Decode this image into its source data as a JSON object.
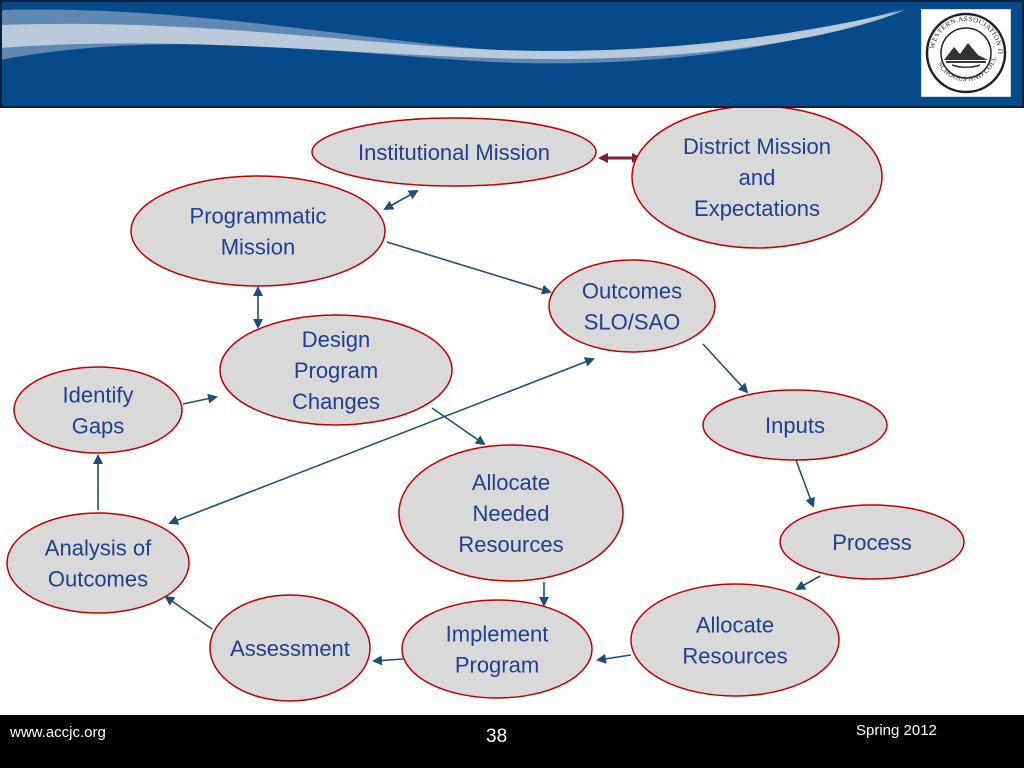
{
  "footer": {
    "website": "www.accjc.org",
    "page_number": "38",
    "term": "Spring 2012"
  },
  "logo": {
    "ring_text_top": "WESTERN ASSOCIATION OF",
    "ring_text_bottom": "SCHOOLS AND COLLEGES"
  },
  "colors": {
    "header_blue": "#074a8a",
    "node_fill": "#d9d9d9",
    "node_border": "#c00000",
    "label_text": "#1f3f8f",
    "arrow": "#1f4e79",
    "footer_bg": "#000000"
  },
  "diagram": {
    "nodes": [
      {
        "id": "institutional-mission",
        "lines": [
          "Institutional  Mission"
        ]
      },
      {
        "id": "district-mission",
        "lines": [
          "District Mission",
          "and",
          "Expectations"
        ]
      },
      {
        "id": "programmatic-mission",
        "lines": [
          "Programmatic",
          "Mission"
        ]
      },
      {
        "id": "outcomes",
        "lines": [
          "Outcomes",
          "SLO/SAO"
        ]
      },
      {
        "id": "design-program-changes",
        "lines": [
          "Design",
          "Program",
          "Changes"
        ]
      },
      {
        "id": "identify-gaps",
        "lines": [
          "Identify",
          "Gaps"
        ]
      },
      {
        "id": "inputs",
        "lines": [
          "Inputs"
        ]
      },
      {
        "id": "allocate-needed-resources",
        "lines": [
          "Allocate",
          "Needed",
          "Resources"
        ]
      },
      {
        "id": "process",
        "lines": [
          "Process"
        ]
      },
      {
        "id": "analysis-of-outcomes",
        "lines": [
          "Analysis of",
          "Outcomes"
        ]
      },
      {
        "id": "allocate-resources",
        "lines": [
          "Allocate",
          "Resources"
        ]
      },
      {
        "id": "implement-program",
        "lines": [
          "Implement",
          "Program"
        ]
      },
      {
        "id": "assessment",
        "lines": [
          "Assessment"
        ]
      }
    ],
    "edges": [
      {
        "from": "institutional-mission",
        "to": "district-mission",
        "bidirectional": true
      },
      {
        "from": "programmatic-mission",
        "to": "institutional-mission",
        "bidirectional": true
      },
      {
        "from": "programmatic-mission",
        "to": "outcomes",
        "bidirectional": false
      },
      {
        "from": "programmatic-mission",
        "to": "design-program-changes",
        "bidirectional": true
      },
      {
        "from": "outcomes",
        "to": "inputs",
        "bidirectional": false
      },
      {
        "from": "inputs",
        "to": "process",
        "bidirectional": false
      },
      {
        "from": "process",
        "to": "allocate-resources",
        "bidirectional": false
      },
      {
        "from": "allocate-resources",
        "to": "implement-program",
        "bidirectional": false
      },
      {
        "from": "allocate-needed-resources",
        "to": "implement-program",
        "bidirectional": false
      },
      {
        "from": "implement-program",
        "to": "assessment",
        "bidirectional": false
      },
      {
        "from": "assessment",
        "to": "analysis-of-outcomes",
        "bidirectional": false
      },
      {
        "from": "analysis-of-outcomes",
        "to": "identify-gaps",
        "bidirectional": false
      },
      {
        "from": "analysis-of-outcomes",
        "to": "outcomes",
        "bidirectional": true
      },
      {
        "from": "identify-gaps",
        "to": "design-program-changes",
        "bidirectional": false
      },
      {
        "from": "design-program-changes",
        "to": "allocate-needed-resources",
        "bidirectional": false
      }
    ]
  }
}
